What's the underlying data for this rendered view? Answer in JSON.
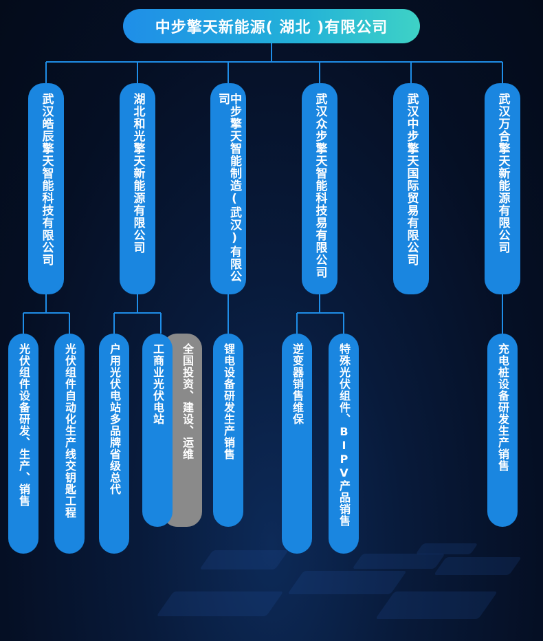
{
  "root": "中步擎天新能源( 湖北 )有限公司",
  "companies": [
    "武汉皓辰擎天智能科技有限公司",
    "湖北和光擎天新能源有限公司",
    "中步擎天智能制造(武汉)有限公司",
    "武汉众步擎天智能科技易有限公司",
    "武汉中步擎天国际贸易有限公司",
    "武汉万合擎天新能源有限公司"
  ],
  "businesses": [
    "光伏组件设备研发、生产、销售",
    "光伏组件自动化生产线交钥匙工程",
    "户用光伏电站多品牌省级总代",
    "工商业光伏电站",
    "全国投资、建设、运维",
    "锂电设备研发生产销售",
    "逆变器销售维保",
    "特殊光伏组件、BIPV产品销售",
    "充电桩设备研发生产销售"
  ],
  "colors": {
    "pill": "#1a86e0",
    "gray_pill": "#8a8a8a",
    "line": "#1f8ee8"
  }
}
